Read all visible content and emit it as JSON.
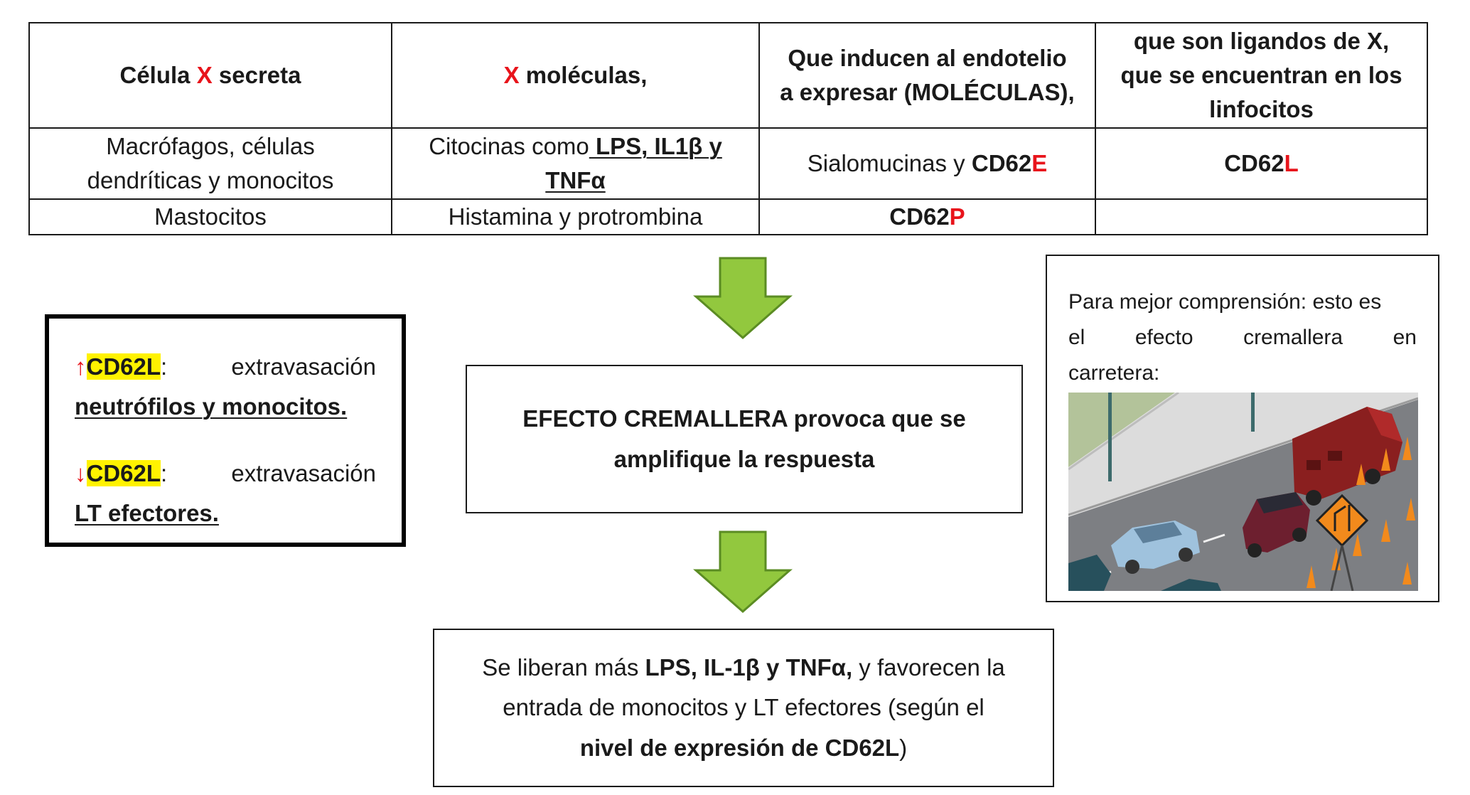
{
  "table": {
    "headers": {
      "col1_pre": "Célula ",
      "col1_x": "X",
      "col1_post": " secreta",
      "col2_x": "X",
      "col2_post": " moléculas,",
      "col3_line1": "Que inducen al endotelio",
      "col3_line2": "a expresar (MOLÉCULAS),",
      "col4_line1": "que son ligandos de X,",
      "col4_line2": "que se encuentran en los",
      "col4_line3": "linfocitos"
    },
    "row1": {
      "cells_line1": "Macrófagos, células",
      "cells_line2": "dendríticas y monocitos",
      "mol_pre": "Citocinas como",
      "mol_bold1": " LPS, IL1β y",
      "mol_bold2": "TNFα",
      "endo_pre": "Sialomucinas y ",
      "endo_bold": "CD62",
      "endo_red": "E",
      "lig_bold": "CD62",
      "lig_red": "L"
    },
    "row2": {
      "cells": "Mastocitos",
      "mol": "Histamina y protrombina",
      "endo_bold": "CD62",
      "endo_red": "P",
      "lig": ""
    }
  },
  "cd62l_box": {
    "up_arrow": "↑",
    "up_label": "CD62L",
    "up_colon": ":",
    "up_text": "extravasación",
    "up_target": "neutrófilos y monocitos.",
    "down_arrow": "↓",
    "down_label": "CD62L",
    "down_colon": ":",
    "down_text": "extravasación",
    "down_target": "LT efectores."
  },
  "efecto_box": {
    "line1": "EFECTO CREMALLERA provoca que se",
    "line2": "amplifique la respuesta"
  },
  "result_box": {
    "pre": "Se liberan más ",
    "bold1": "LPS, IL-1β y TNFα,",
    "mid": " y favorecen la",
    "line2": "entrada de monocitos y LT efectores (según el",
    "bold2": "nivel de expresión de CD62L",
    "post": ")"
  },
  "zip_box": {
    "line1": "Para mejor comprensión: esto es",
    "line2_words": [
      "el",
      "efecto",
      "cremallera",
      "en"
    ],
    "line3": "carretera:"
  },
  "colors": {
    "arrow_fill": "#92c83e",
    "arrow_stroke": "#5b8c23",
    "accent_red": "#e8141b",
    "highlight": "#fff200"
  }
}
